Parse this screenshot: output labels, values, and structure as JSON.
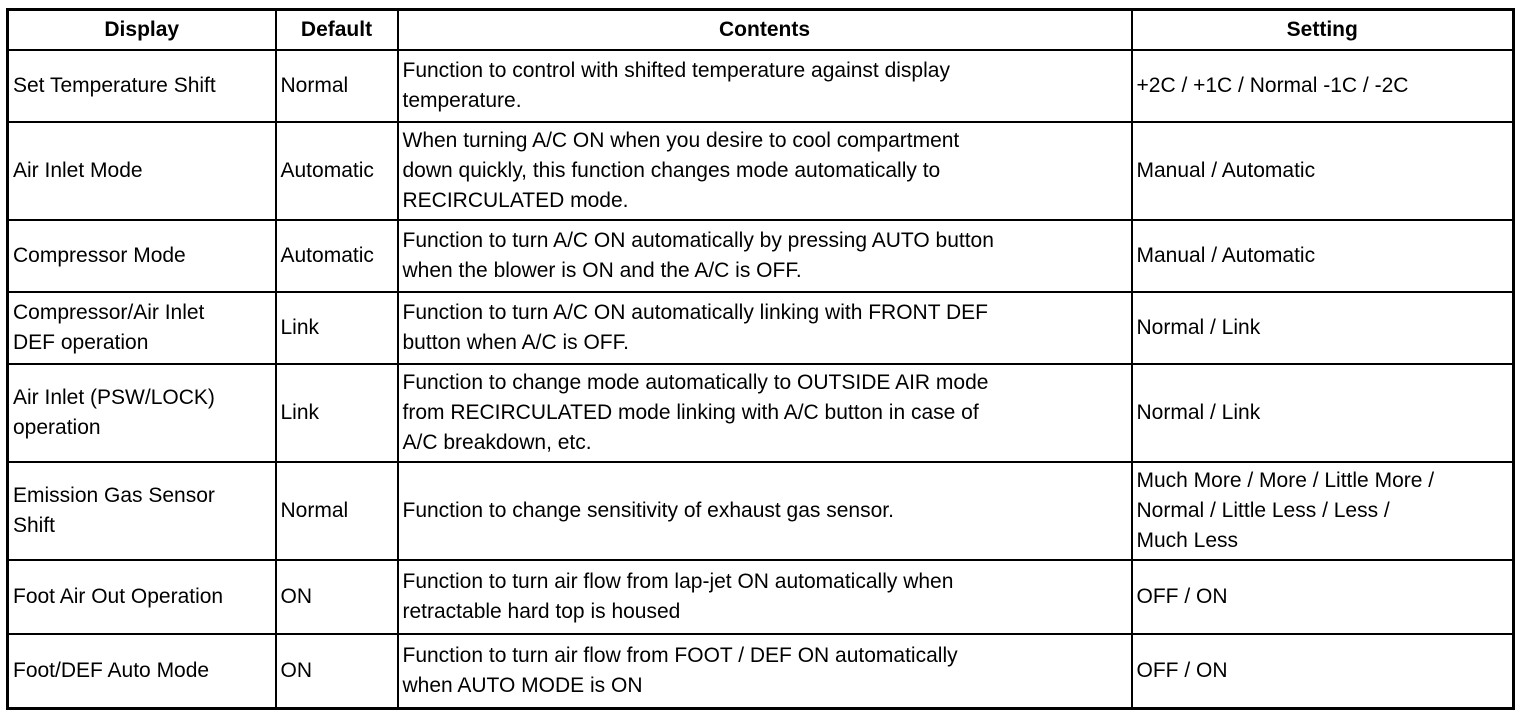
{
  "table": {
    "headers": {
      "display": "Display",
      "default": "Default",
      "contents": "Contents",
      "setting": "Setting"
    },
    "rows": [
      {
        "display": "Set Temperature Shift",
        "default": "Normal",
        "contents": "Function to control with shifted temperature against display\ntemperature.",
        "setting": "+2C / +1C / Normal -1C / -2C"
      },
      {
        "display": "Air Inlet Mode",
        "default": "Automatic",
        "contents": "When turning A/C ON when you desire to cool compartment\ndown quickly, this function changes mode automatically to\nRECIRCULATED mode.",
        "setting": "Manual / Automatic"
      },
      {
        "display": "Compressor Mode",
        "default": "Automatic",
        "contents": "Function to turn A/C ON automatically by pressing AUTO button\nwhen the blower is ON and the A/C is OFF.",
        "setting": "Manual / Automatic"
      },
      {
        "display": "Compressor/Air Inlet\nDEF operation",
        "default": "Link",
        "contents": "Function to turn A/C ON automatically linking with FRONT DEF\nbutton when A/C is OFF.",
        "setting": "Normal / Link"
      },
      {
        "display": "Air Inlet (PSW/LOCK)\noperation",
        "default": "Link",
        "contents": "Function to change mode automatically to OUTSIDE AIR mode\nfrom RECIRCULATED mode linking with A/C button in case of\nA/C breakdown, etc.",
        "setting": "Normal / Link"
      },
      {
        "display": "Emission Gas Sensor\nShift",
        "default": "Normal",
        "contents": "Function to change sensitivity of exhaust gas sensor.",
        "setting": "Much More / More / Little More /\nNormal / Little Less / Less /\nMuch Less"
      },
      {
        "display": "Foot Air Out Operation",
        "default": "ON",
        "contents": "Function to turn air flow from lap-jet ON automatically when\nretractable hard top is housed",
        "setting": "OFF / ON"
      },
      {
        "display": "Foot/DEF Auto Mode",
        "default": "ON",
        "contents": "Function to turn air flow from FOOT / DEF ON automatically\nwhen AUTO MODE is ON",
        "setting": "OFF / ON"
      }
    ]
  }
}
